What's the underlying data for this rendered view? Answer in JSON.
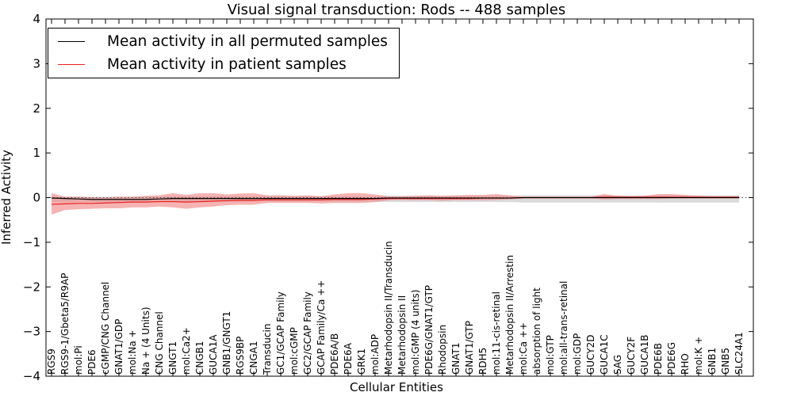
{
  "chart_data": {
    "type": "line",
    "title": "Visual signal transduction: Rods -- 488 samples",
    "xlabel": "Cellular Entities",
    "ylabel": "Inferred Activity",
    "ylim": [
      -4,
      4
    ],
    "yticks": [
      "4",
      "3",
      "2",
      "1",
      "0",
      "−1",
      "−2",
      "−3",
      "−4"
    ],
    "grid": false,
    "legend_position": "top-left",
    "reference_line": {
      "y": 0,
      "style": "dotted"
    },
    "categories": [
      "RGS9",
      "RGS9-1/Gbeta5/R9AP",
      "mol:Pi",
      "PDE6",
      "cGMP/CNG Channel",
      "GNAT1/GDP",
      "mol:Na +",
      "Na + (4 Units)",
      "CNG Channel",
      "GNGT1",
      "mol:Ca2+",
      "CNGB1",
      "GUCA1A",
      "GNB1/GNGT1",
      "RGS9BP",
      "CNGA1",
      "Transducin",
      "GC1/GCAP Family",
      "mol:cGMP",
      "GC2/GCAP Family",
      "GCAP Family/Ca ++",
      "PDE6A/B",
      "PDE6A",
      "GRK1",
      "mol:ADP",
      "Metarhodopsin II/Transducin",
      "Metarhodopsin II",
      "mol:GMP (4 units)",
      "PDE6G/GNAT1/GTP",
      "Rhodopsin",
      "GNAT1",
      "GNAT1/GTP",
      "RDH5",
      "mol:11-cis-retinal",
      "Metarhodopsin II/Arrestin",
      "mol:Ca ++",
      "absorption of light",
      "mol:GTP",
      "mol:all-trans-retinal",
      "mol:GDP",
      "GUCY2D",
      "GUCA1C",
      "SAG",
      "GUCY2F",
      "GUCA1B",
      "PDE6B",
      "PDE6G",
      "RHO",
      "mol:K +",
      "GNB1",
      "GNB5",
      "SLC24A1"
    ],
    "series": [
      {
        "name": "Mean activity in all permuted samples",
        "color": "#000000",
        "band_color": "#b0b0b0",
        "values": [
          -0.01,
          -0.02,
          -0.03,
          -0.04,
          -0.04,
          -0.04,
          -0.04,
          -0.04,
          -0.03,
          -0.02,
          -0.02,
          -0.02,
          -0.02,
          -0.02,
          -0.02,
          -0.02,
          -0.02,
          -0.02,
          -0.02,
          -0.02,
          -0.02,
          -0.02,
          -0.02,
          -0.02,
          -0.02,
          -0.01,
          -0.01,
          -0.01,
          -0.01,
          -0.01,
          -0.01,
          -0.01,
          -0.01,
          -0.01,
          -0.01,
          0.0,
          0.0,
          0.0,
          0.0,
          0.0,
          0.0,
          0.0,
          0.0,
          0.0,
          0.0,
          0.0,
          0.0,
          0.0,
          0.0,
          0.0,
          0.0,
          0.0
        ],
        "band_low": [
          -0.1,
          -0.1,
          -0.1,
          -0.1,
          -0.1,
          -0.1,
          -0.1,
          -0.1,
          -0.09,
          -0.09,
          -0.09,
          -0.09,
          -0.09,
          -0.09,
          -0.09,
          -0.09,
          -0.09,
          -0.09,
          -0.09,
          -0.09,
          -0.09,
          -0.09,
          -0.09,
          -0.09,
          -0.09,
          -0.1,
          -0.1,
          -0.1,
          -0.1,
          -0.1,
          -0.1,
          -0.1,
          -0.1,
          -0.1,
          -0.1,
          -0.11,
          -0.11,
          -0.11,
          -0.11,
          -0.11,
          -0.11,
          -0.11,
          -0.11,
          -0.11,
          -0.11,
          -0.11,
          -0.11,
          -0.11,
          -0.11,
          -0.11,
          -0.11,
          -0.11
        ],
        "band_high": [
          0.02,
          0.02,
          0.02,
          0.02,
          0.02,
          0.02,
          0.02,
          0.02,
          0.02,
          0.03,
          0.03,
          0.03,
          0.03,
          0.03,
          0.03,
          0.03,
          0.03,
          0.03,
          0.03,
          0.03,
          0.03,
          0.03,
          0.03,
          0.03,
          0.03,
          0.04,
          0.04,
          0.04,
          0.04,
          0.04,
          0.04,
          0.04,
          0.04,
          0.04,
          0.04,
          0.05,
          0.05,
          0.05,
          0.05,
          0.05,
          0.05,
          0.05,
          0.05,
          0.05,
          0.05,
          0.05,
          0.05,
          0.05,
          0.05,
          0.05,
          0.05,
          0.05
        ]
      },
      {
        "name": "Mean activity in patient samples",
        "color": "#e8201c",
        "band_color": "#f08080",
        "values": [
          -0.15,
          -0.14,
          -0.13,
          -0.13,
          -0.12,
          -0.11,
          -0.1,
          -0.1,
          -0.09,
          -0.09,
          -0.1,
          -0.09,
          -0.08,
          -0.07,
          -0.06,
          -0.06,
          -0.05,
          -0.05,
          -0.05,
          -0.05,
          -0.05,
          -0.04,
          -0.04,
          -0.04,
          -0.03,
          -0.02,
          -0.02,
          -0.02,
          -0.02,
          -0.02,
          -0.02,
          -0.02,
          -0.01,
          -0.01,
          -0.01,
          0.0,
          0.0,
          0.0,
          0.0,
          0.0,
          0.0,
          0.01,
          0.01,
          0.01,
          0.01,
          0.01,
          0.01,
          0.01,
          0.01,
          0.01,
          0.01,
          0.01
        ],
        "band_low": [
          -0.38,
          -0.28,
          -0.26,
          -0.25,
          -0.24,
          -0.24,
          -0.22,
          -0.22,
          -0.2,
          -0.22,
          -0.25,
          -0.22,
          -0.2,
          -0.17,
          -0.16,
          -0.16,
          -0.12,
          -0.12,
          -0.12,
          -0.12,
          -0.13,
          -0.12,
          -0.12,
          -0.12,
          -0.1,
          -0.06,
          -0.05,
          -0.06,
          -0.06,
          -0.07,
          -0.06,
          -0.06,
          -0.06,
          -0.05,
          -0.04,
          -0.02,
          -0.02,
          -0.02,
          -0.02,
          -0.02,
          -0.02,
          -0.04,
          -0.03,
          -0.03,
          -0.03,
          -0.03,
          -0.02,
          -0.02,
          -0.02,
          -0.02,
          -0.02,
          -0.02
        ],
        "band_high": [
          0.1,
          0.02,
          0.02,
          0.01,
          0.0,
          0.02,
          0.02,
          0.04,
          0.05,
          0.1,
          0.06,
          0.1,
          0.1,
          0.07,
          0.09,
          0.1,
          0.05,
          0.05,
          0.04,
          0.05,
          0.03,
          0.07,
          0.1,
          0.1,
          0.07,
          0.03,
          0.03,
          0.04,
          0.05,
          0.04,
          0.05,
          0.06,
          0.06,
          0.08,
          0.05,
          0.02,
          0.02,
          0.02,
          0.02,
          0.02,
          0.02,
          0.08,
          0.04,
          0.03,
          0.04,
          0.08,
          0.08,
          0.06,
          0.04,
          0.03,
          0.03,
          0.03
        ]
      }
    ]
  }
}
